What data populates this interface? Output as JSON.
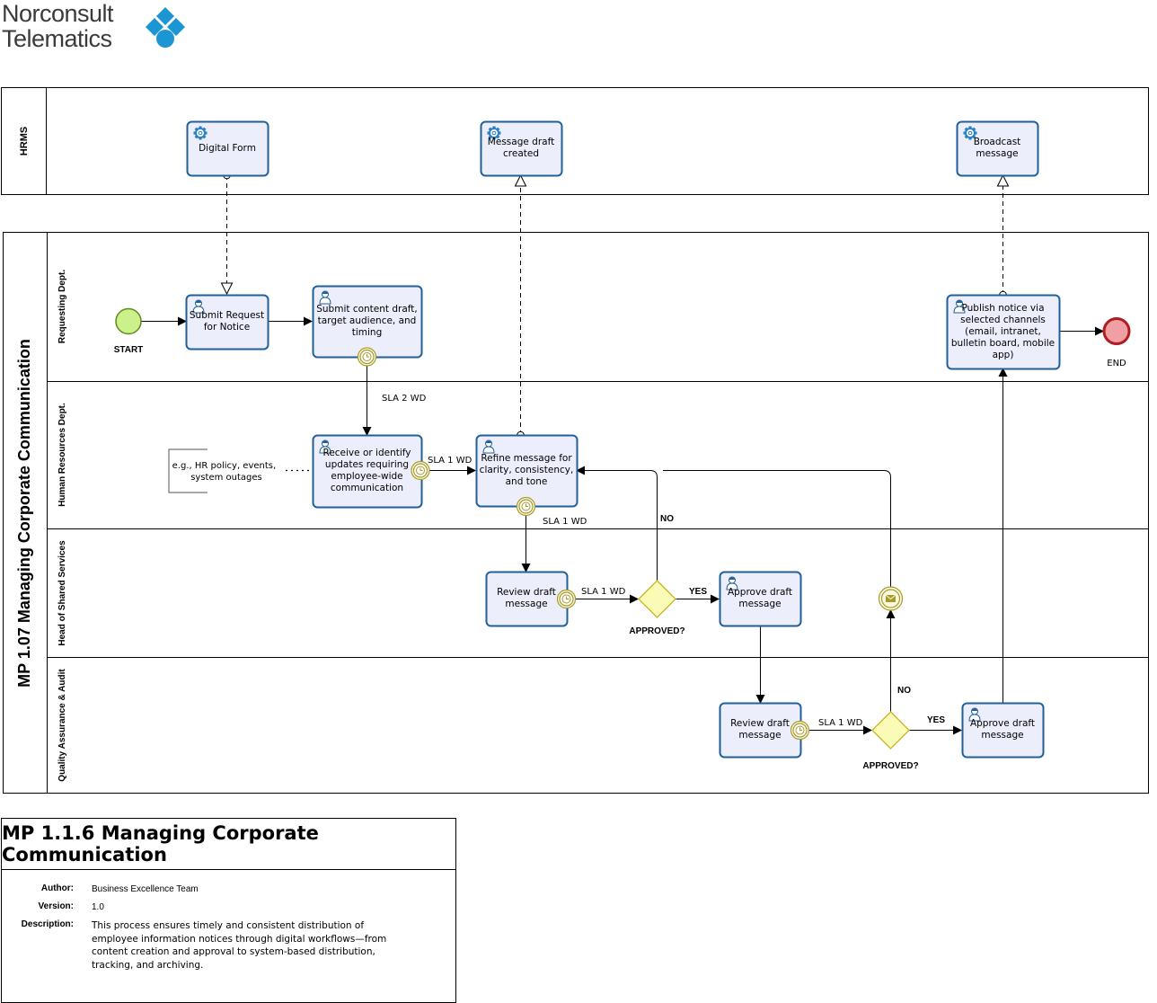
{
  "logo": {
    "line1": "Norconsult",
    "line2": "Telematics"
  },
  "pools": {
    "hrms": {
      "label": "HRMS"
    },
    "main": {
      "label": "MP 1.07 Managing Corporate Communication"
    }
  },
  "lanes": {
    "requesting": "Requesting Dept.",
    "hr": "Human Resources Dept.",
    "shared": "Head of Shared Services",
    "qa": "Quality Assurance & Audit"
  },
  "tasks": {
    "digital_form": [
      "Digital Form"
    ],
    "message_created": [
      "Message draft",
      "created"
    ],
    "broadcast": [
      "Broadcast",
      "message"
    ],
    "submit_request": [
      "Submit Request",
      "for Notice"
    ],
    "submit_content": [
      "Submit content draft,",
      "target audience, and",
      "timing"
    ],
    "publish": [
      "Publish notice via",
      "selected channels",
      "(email, intranet,",
      "bulletin board, mobile",
      "app)"
    ],
    "receive": [
      "Receive or identify",
      "updates requiring",
      "employee-wide",
      "communication"
    ],
    "refine": [
      "Refine message for",
      "clarity, consistency,",
      "and tone"
    ],
    "review_hss": [
      "Review draft",
      "message"
    ],
    "approve_hss": [
      "Approve draft",
      "message"
    ],
    "review_qa": [
      "Review draft",
      "message"
    ],
    "approve_qa": [
      "Approve draft",
      "message"
    ]
  },
  "annotation": [
    "e.g., HR policy, events,",
    "system outages"
  ],
  "events": {
    "start": "START",
    "end": "END"
  },
  "gateways": {
    "hss": "APPROVED?",
    "qa": "APPROVED?"
  },
  "flow_labels": {
    "sla_2wd": "SLA 2 WD",
    "sla_receive": "SLA 1 WD",
    "sla_refine": "SLA 1 WD",
    "sla_review_hss": "SLA 1 WD",
    "sla_review_qa": "SLA 1 WD",
    "yes_hss": "YES",
    "no_hss": "NO",
    "yes_qa": "YES",
    "no_qa": "NO"
  },
  "info": {
    "title": "MP 1.1.6 Managing Corporate Communication",
    "author_label": "Author:",
    "author": "Business Excellence Team",
    "version_label": "Version:",
    "version": "1.0",
    "description_label": "Description:",
    "description": [
      "This process ensures timely and consistent distribution of",
      "employee information notices through digital workflows—from",
      "content creation and approval to system-based distribution,",
      "tracking, and archiving."
    ]
  },
  "colors": {
    "task_fill": "#eceefb",
    "task_stroke": "#1f5f9a",
    "gear": "#2a7fc0",
    "start_fill": "#ccf08a",
    "start_stroke": "#5c8a1c",
    "end_fill": "#f0a0a4",
    "end_stroke": "#b01c22",
    "gateway_fill": "#fbfbb8",
    "gateway_stroke": "#c9b423",
    "timer_stroke": "#a99a2a",
    "logo_blue": "#1c96d3"
  }
}
